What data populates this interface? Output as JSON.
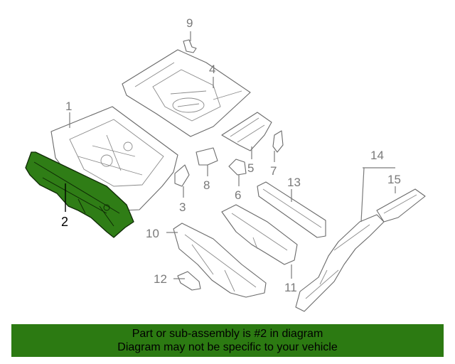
{
  "callouts": [
    {
      "id": "1",
      "label": "1"
    },
    {
      "id": "2",
      "label": "2",
      "highlighted": true
    },
    {
      "id": "3",
      "label": "3"
    },
    {
      "id": "4",
      "label": "4"
    },
    {
      "id": "5",
      "label": "5"
    },
    {
      "id": "6",
      "label": "6"
    },
    {
      "id": "7",
      "label": "7"
    },
    {
      "id": "8",
      "label": "8"
    },
    {
      "id": "9",
      "label": "9"
    },
    {
      "id": "10",
      "label": "10"
    },
    {
      "id": "11",
      "label": "11"
    },
    {
      "id": "12",
      "label": "12"
    },
    {
      "id": "13",
      "label": "13"
    },
    {
      "id": "14",
      "label": "14"
    },
    {
      "id": "15",
      "label": "15"
    }
  ],
  "banner": {
    "line1": "Part or sub-assembly is #2 in diagram",
    "line2": "Diagram may not be specific to your vehicle"
  },
  "colors": {
    "highlight_part": "#2f7d16",
    "banner_background": "#2c7a12",
    "line_art": "#6a6a6a"
  }
}
